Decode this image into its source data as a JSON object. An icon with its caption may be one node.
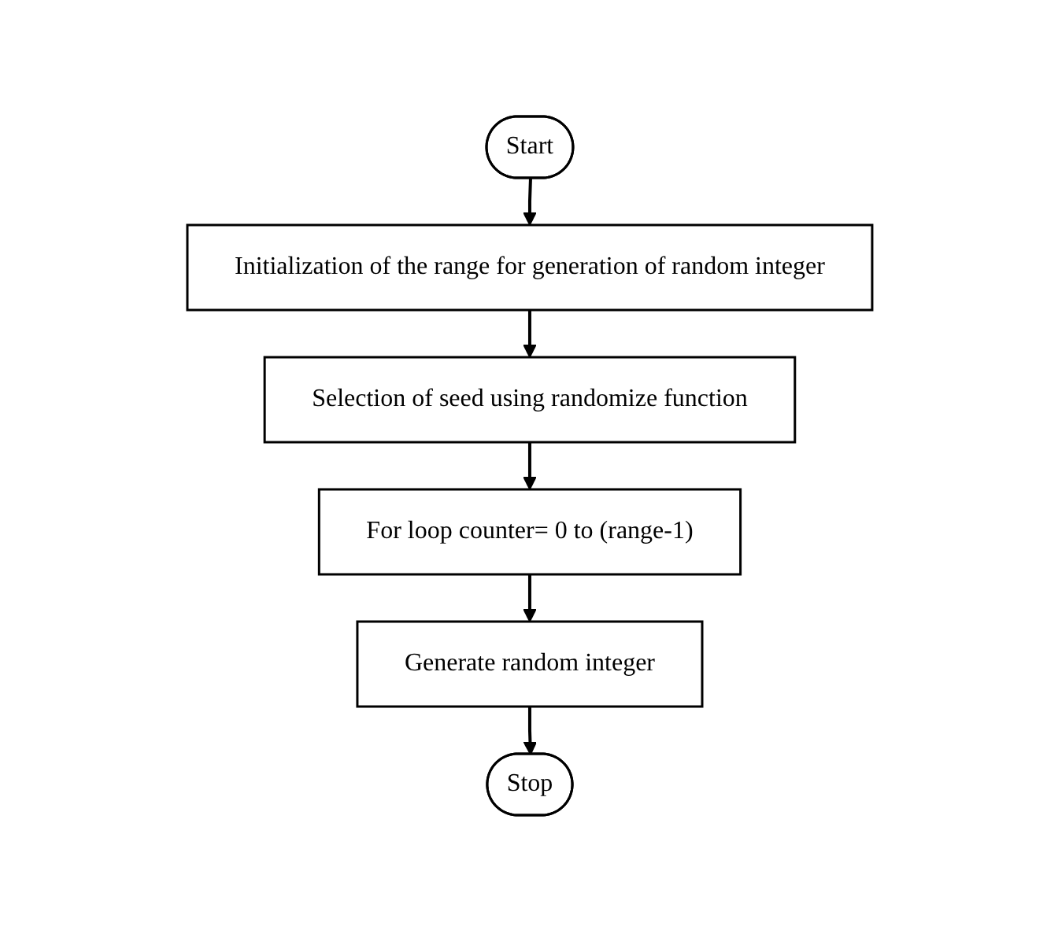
{
  "diagram": {
    "nodes": [
      {
        "text": [
          "Start"
        ]
      },
      {
        "text": [
          "Initialization of the range for generation of random integer"
        ]
      },
      {
        "text": [
          "Selection of seed using randomize function"
        ]
      },
      {
        "text": [
          "For loop counter= 0 to (range-1)"
        ]
      },
      {
        "text": [
          "Generate random integer"
        ]
      },
      {
        "text": [
          "Stop"
        ]
      }
    ],
    "edges": [
      {
        "from": 0,
        "to": 1,
        "arrow": "to"
      },
      {
        "from": 1,
        "to": 2,
        "arrow": "to"
      },
      {
        "from": 2,
        "to": 3,
        "arrow": "to"
      },
      {
        "from": 3,
        "to": 4,
        "arrow": "to"
      },
      {
        "from": 4,
        "to": 5,
        "arrow": "to"
      }
    ]
  }
}
